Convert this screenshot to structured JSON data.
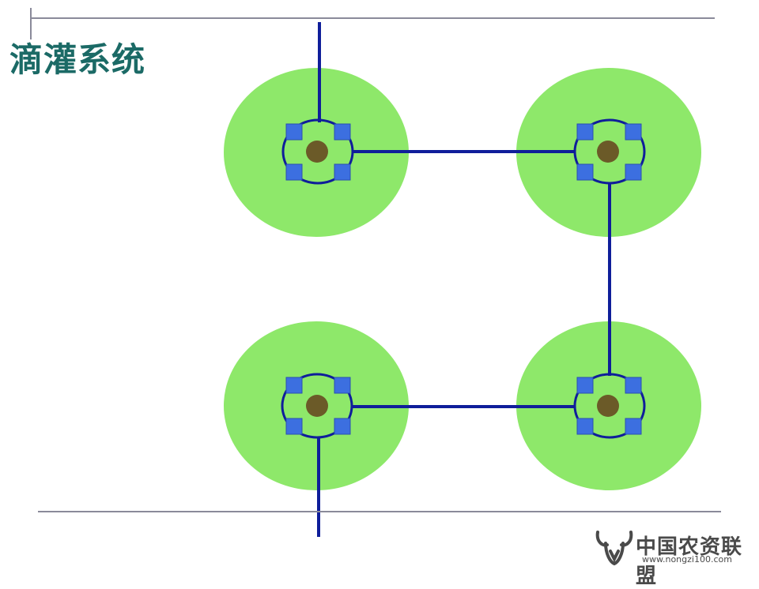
{
  "title": "滴灌系统",
  "colors": {
    "title": "#1b6a66",
    "frame_line": "#8a8a9a",
    "coverage": "#8ee86a",
    "pipe": "#0f1e9a",
    "emitter": "#3c6fe0",
    "plant": "#6b5a28",
    "logo_text": "#4a4a4a"
  },
  "plants": [
    {
      "id": "top-left"
    },
    {
      "id": "top-right"
    },
    {
      "id": "bottom-right"
    },
    {
      "id": "bottom-left"
    }
  ],
  "logo": {
    "text": "中国农资联盟",
    "url": "www.nongzi100.com",
    "icon": "bull-head-icon"
  }
}
